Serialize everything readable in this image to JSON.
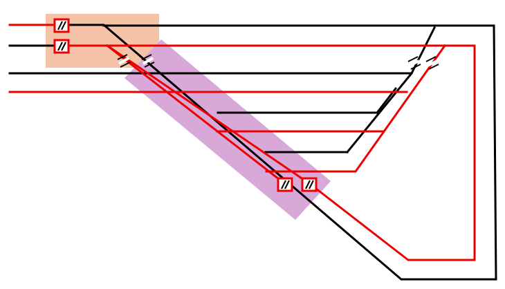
{
  "diagram": {
    "kind": "two-rail track wiring layout",
    "colors": {
      "rail_black": "#000000",
      "rail_red": "#ee0000",
      "insulator": "#ffffff",
      "zone_orange": "#f4c3a8",
      "zone_purple": "#d8a8d8",
      "switch_box": "#ee0000"
    },
    "zones": [
      {
        "name": "orange-zone",
        "color": "#f4c3a8"
      },
      {
        "name": "purple-zone",
        "color": "#d8a8d8"
      }
    ],
    "icons": {
      "switch": "switch-box-icon",
      "rail_gap": "insulated-rail-gap-icon"
    }
  }
}
